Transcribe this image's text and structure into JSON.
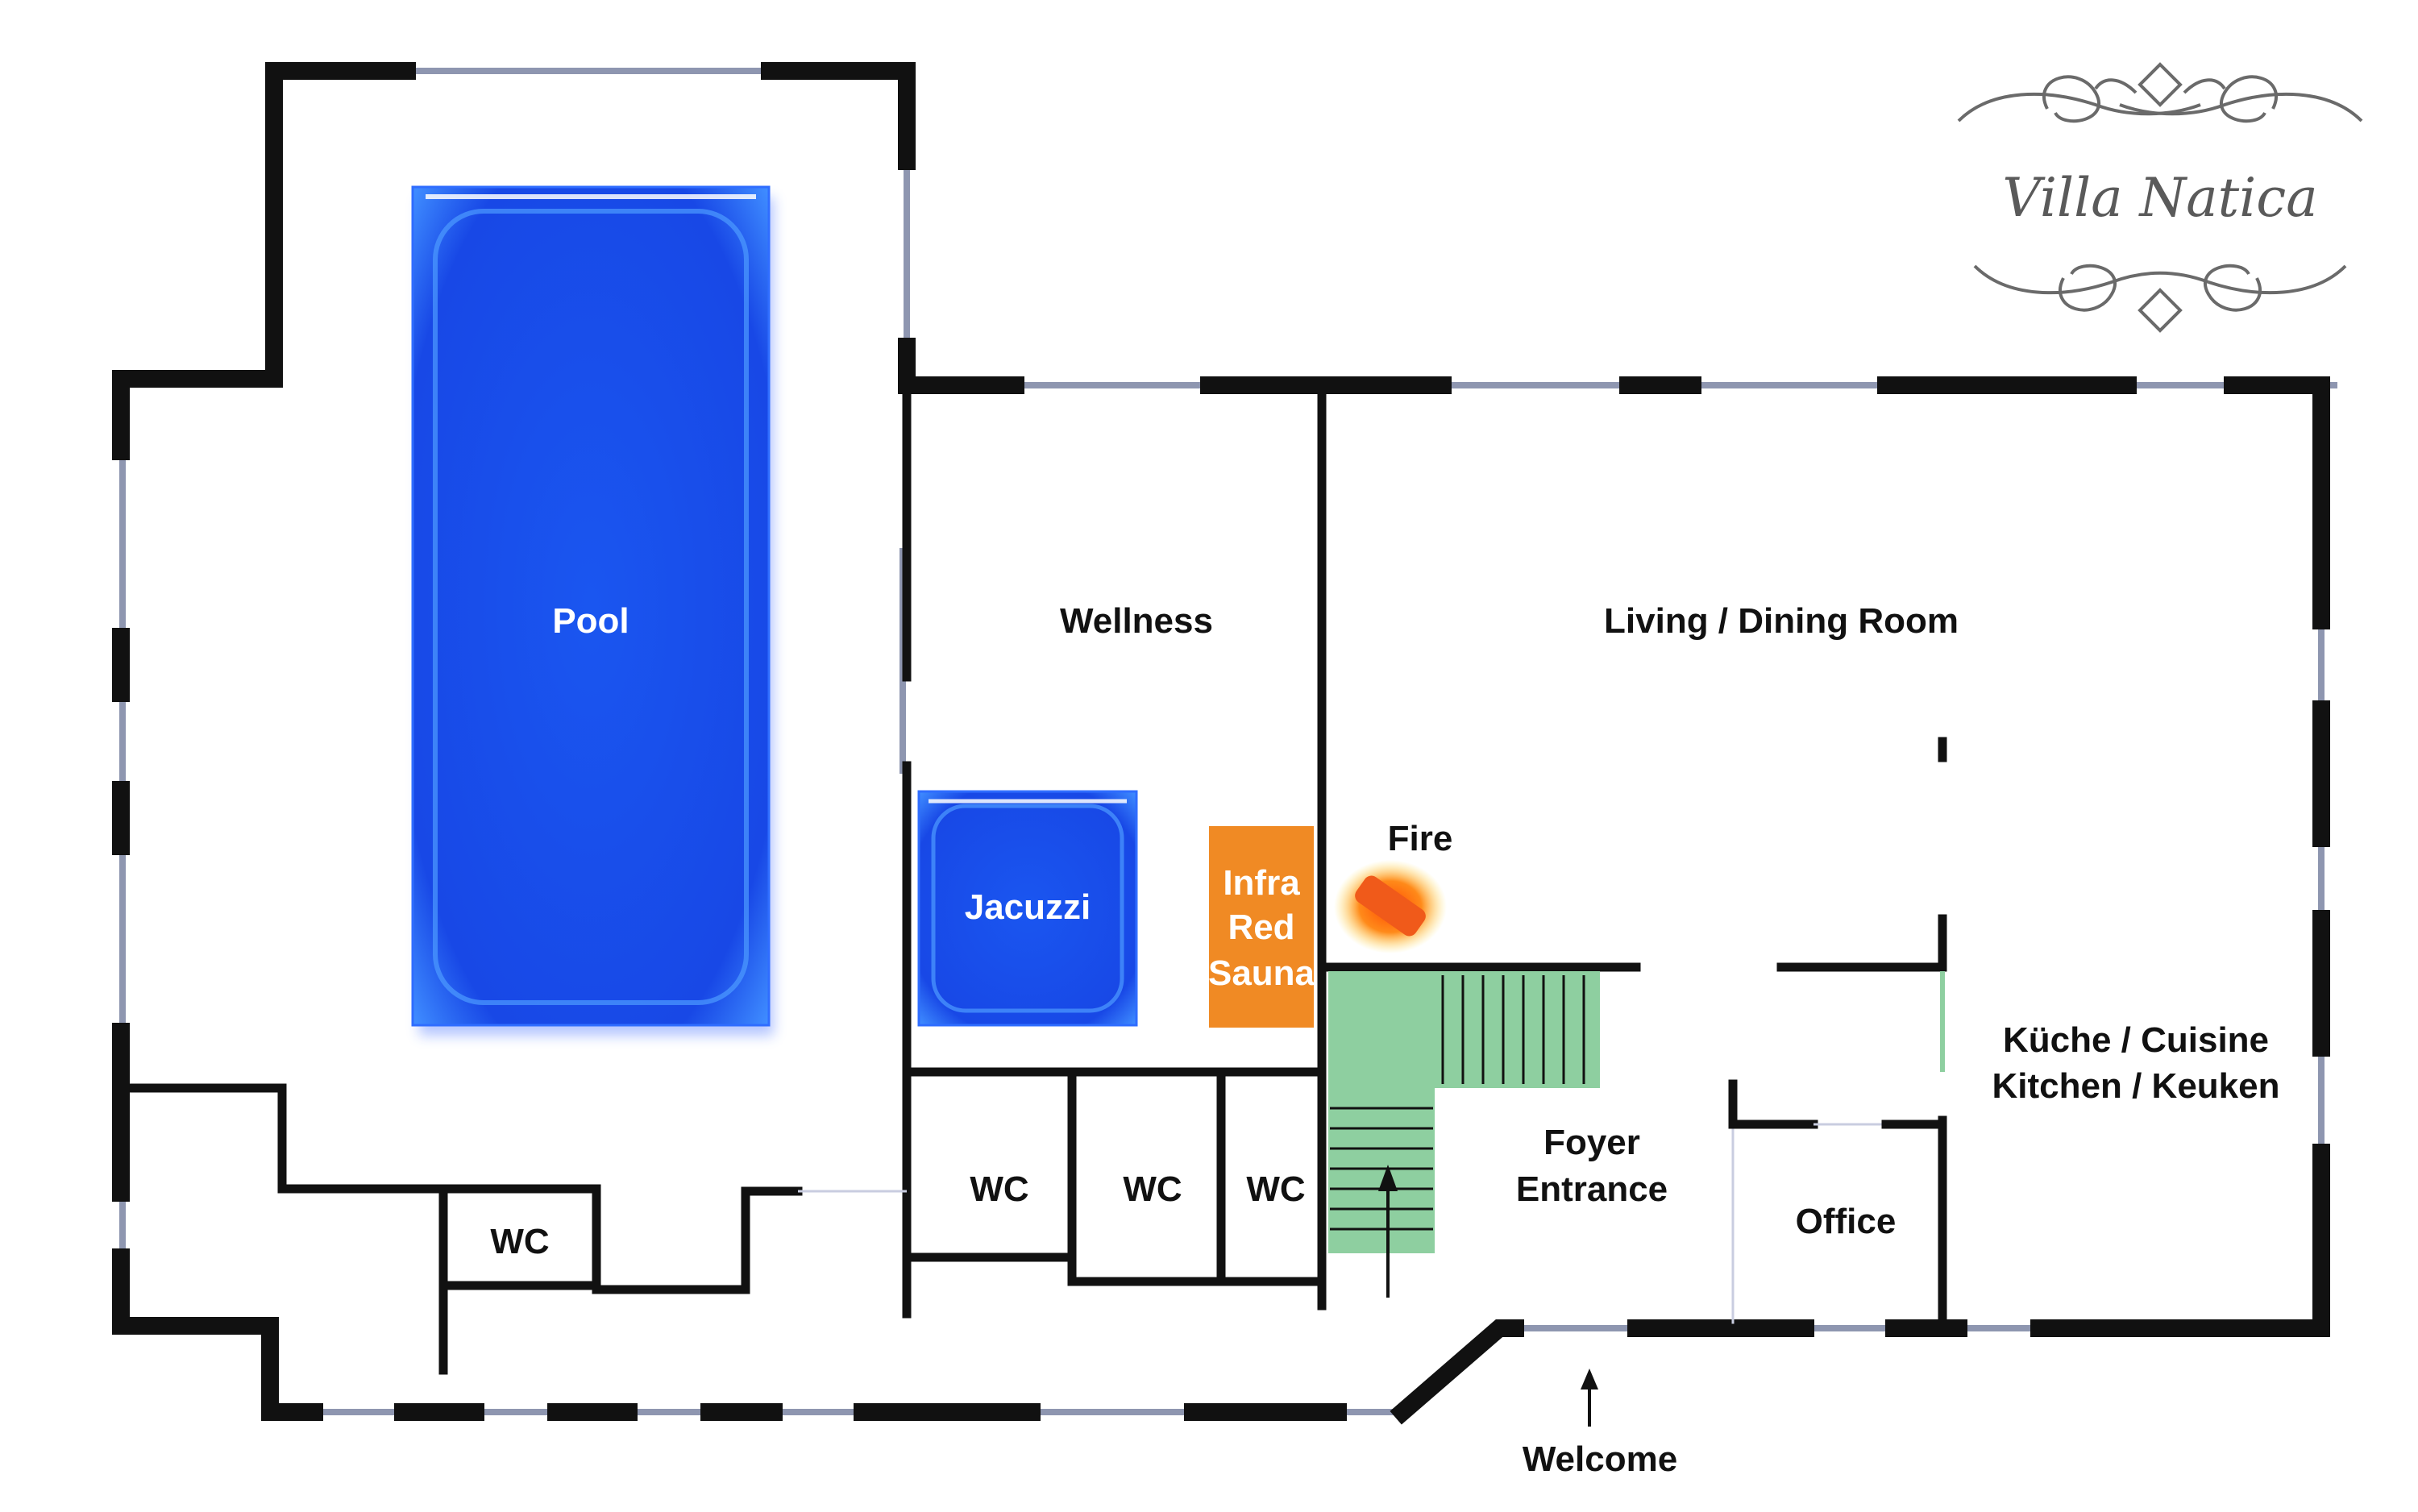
{
  "logo": {
    "name": "Villa Natica"
  },
  "rooms": {
    "pool": "Pool",
    "wellness": "Wellness",
    "living": "Living / Dining Room",
    "jacuzzi": "Jacuzzi",
    "sauna_line1": "Infra",
    "sauna_line2": "Red",
    "sauna_line3": "Sauna",
    "fire": "Fire",
    "kitchen_line1": "Küche / Cuisine",
    "kitchen_line2": "Kitchen / Keuken",
    "foyer_line1": "Foyer",
    "foyer_line2": "Entrance",
    "office": "Office",
    "wc_1": "WC",
    "wc_2": "WC",
    "wc_3": "WC",
    "wc_4": "WC",
    "welcome": "Welcome"
  },
  "colors": {
    "pool": "#1a56f0",
    "sauna": "#f08a24",
    "stairs": "#8ecfa0",
    "fire": "#f05a1a",
    "walls": "#111111",
    "windows": "#8e96b0"
  }
}
